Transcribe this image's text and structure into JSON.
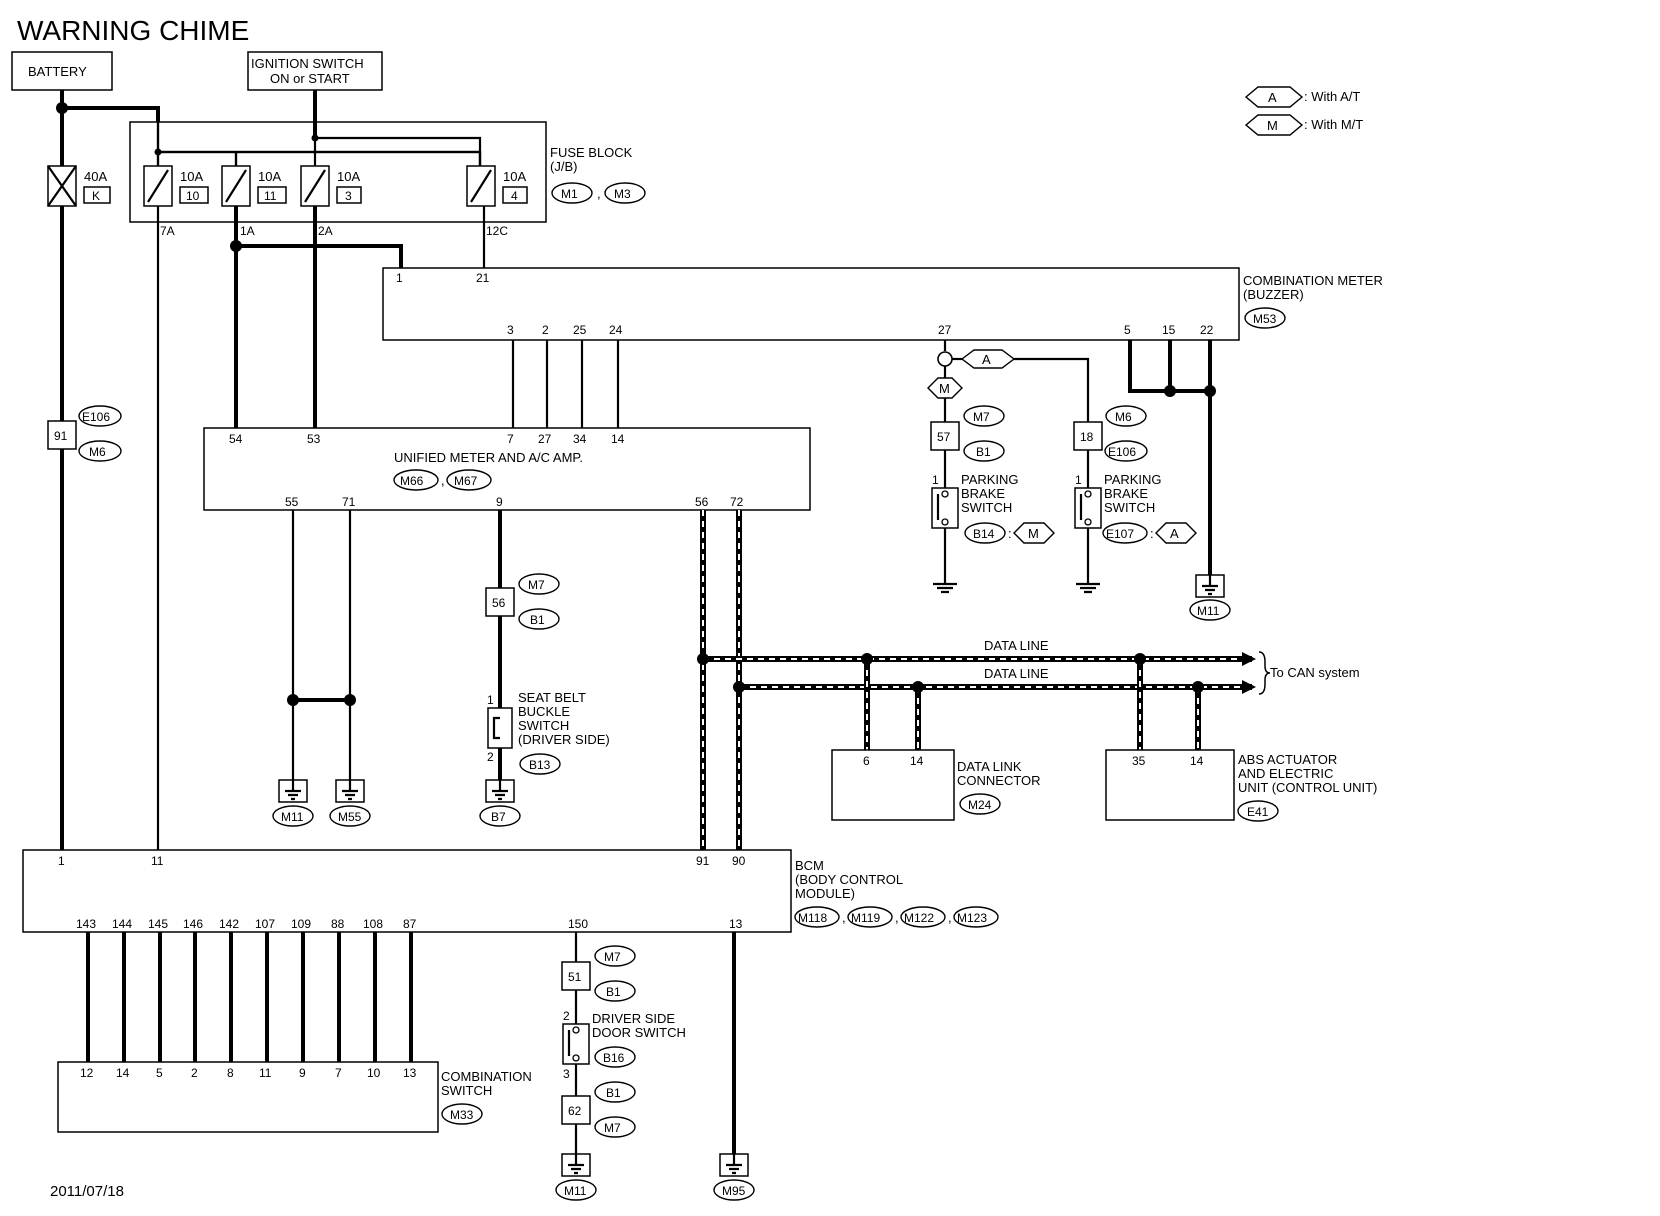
{
  "title": "WARNING CHIME",
  "date": "2011/07/18",
  "legend": {
    "a": {
      "code": "A",
      "text": ": With A/T"
    },
    "m": {
      "code": "M",
      "text": ": With M/T"
    }
  },
  "battery": "BATTERY",
  "ignition": {
    "line1": "IGNITION SWITCH",
    "line2": "ON or START"
  },
  "fuse40": {
    "rating": "40A",
    "id": "K"
  },
  "fuse_block": {
    "name": "FUSE BLOCK",
    "sub": "(J/B)",
    "conn1": "M1",
    "sep": ",",
    "conn2": "M3",
    "fuses": [
      {
        "rating": "10A",
        "num": "10",
        "pin": "7A"
      },
      {
        "rating": "10A",
        "num": "11",
        "pin": "1A"
      },
      {
        "rating": "10A",
        "num": "3",
        "pin": "2A"
      },
      {
        "rating": "10A",
        "num": "4",
        "pin": "12C"
      }
    ]
  },
  "combo_meter": {
    "name": "COMBINATION METER",
    "sub": "(BUZZER)",
    "conn": "M53",
    "pins_top": [
      "1",
      "21"
    ],
    "pins_bottom": [
      "3",
      "2",
      "25",
      "24",
      "27",
      "5",
      "15",
      "22"
    ]
  },
  "unified": {
    "name": "UNIFIED METER AND A/C AMP.",
    "conn1": "M66",
    "sep": ",",
    "conn2": "M67",
    "pins_top": [
      "54",
      "53",
      "7",
      "27",
      "34",
      "14"
    ],
    "pins_bottom": [
      "55",
      "71",
      "9",
      "56",
      "72"
    ]
  },
  "conn_91": {
    "num": "91",
    "c1": "E106",
    "c2": "M6"
  },
  "conn_56": {
    "num": "56",
    "c1": "M7",
    "c2": "B1"
  },
  "conn_57": {
    "num": "57",
    "c1": "M7",
    "c2": "B1"
  },
  "conn_18": {
    "num": "18",
    "c1": "M6",
    "c2": "E106"
  },
  "conn_51": {
    "num": "51",
    "c1": "M7",
    "c2": "B1"
  },
  "conn_62": {
    "num": "62",
    "c1": "B1",
    "c2": "M7"
  },
  "pb_switch_m": {
    "l1": "PARKING",
    "l2": "BRAKE",
    "l3": "SWITCH",
    "conn": "B14",
    "colon": ":",
    "opt": "M",
    "pin": "1"
  },
  "pb_switch_a": {
    "l1": "PARKING",
    "l2": "BRAKE",
    "l3": "SWITCH",
    "conn": "E107",
    "colon": ":",
    "opt": "A",
    "pin": "1"
  },
  "opt_m_tag": "M",
  "opt_a_tag": "A",
  "seat_belt": {
    "l1": "SEAT BELT",
    "l2": "BUCKLE",
    "l3": "SWITCH",
    "l4": "(DRIVER SIDE)",
    "conn": "B13",
    "pin1": "1",
    "pin2": "2"
  },
  "grounds": {
    "g_m11_a": "M11",
    "g_m55": "M55",
    "g_b7": "B7",
    "g_m11_b": "M11",
    "g_m11_c": "M11",
    "g_m95": "M95"
  },
  "data_line_1": "DATA LINE",
  "data_line_2": "DATA LINE",
  "to_can": "To CAN system",
  "dlc": {
    "l1": "DATA LINK",
    "l2": "CONNECTOR",
    "conn": "M24",
    "pins": [
      "6",
      "14"
    ]
  },
  "abs": {
    "l1": "ABS ACTUATOR",
    "l2": "AND ELECTRIC",
    "l3": "UNIT (CONTROL UNIT)",
    "conn": "E41",
    "pins": [
      "35",
      "14"
    ]
  },
  "bcm": {
    "l1": "BCM",
    "l2": "(BODY CONTROL",
    "l3": "MODULE)",
    "conns": [
      "M118",
      "M119",
      "M122",
      "M123"
    ],
    "sep": ",",
    "pins_top": [
      "1",
      "11",
      "91",
      "90"
    ],
    "pins_bottom": [
      "143",
      "144",
      "145",
      "146",
      "142",
      "107",
      "109",
      "88",
      "108",
      "87",
      "150",
      "13"
    ]
  },
  "combo_switch": {
    "l1": "COMBINATION",
    "l2": "SWITCH",
    "conn": "M33",
    "pins": [
      "12",
      "14",
      "5",
      "2",
      "8",
      "11",
      "9",
      "7",
      "10",
      "13"
    ]
  },
  "door_switch": {
    "l1": "DRIVER SIDE",
    "l2": "DOOR SWITCH",
    "conn": "B16",
    "pin1": "2",
    "pin2": "3"
  }
}
